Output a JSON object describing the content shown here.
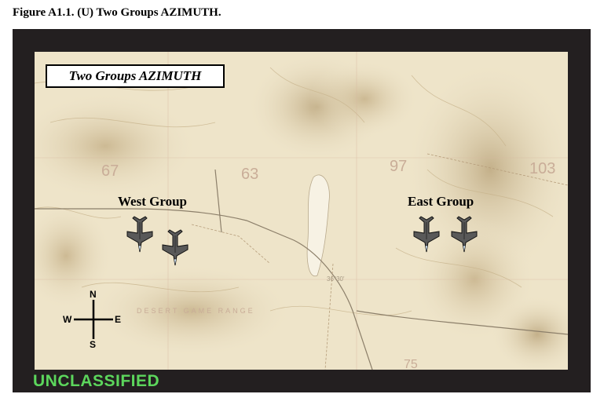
{
  "figure_caption": "Figure A1.1.  (U)  Two Groups AZIMUTH.",
  "map_title": "Two Groups AZIMUTH",
  "groups": [
    {
      "label": "West Group",
      "aircraft_count": 2
    },
    {
      "label": "East Group",
      "aircraft_count": 2
    }
  ],
  "compass": {
    "north": "N",
    "south": "S",
    "east": "E",
    "west": "W"
  },
  "classification_marking": "UNCLASSIFIED",
  "map_labels": {
    "elev_1": "67",
    "elev_2": "63",
    "elev_3": "97",
    "elev_4": "103",
    "elev_5": "75",
    "range_name": "DESERT GAME RANGE",
    "lat_mark": "36°30'"
  },
  "colors": {
    "frame": "#231f20",
    "map_base": "#eee4c9",
    "classification_text": "#5cd65c"
  },
  "icons": [
    "fighter-jet-icon",
    "compass-rose-icon"
  ]
}
